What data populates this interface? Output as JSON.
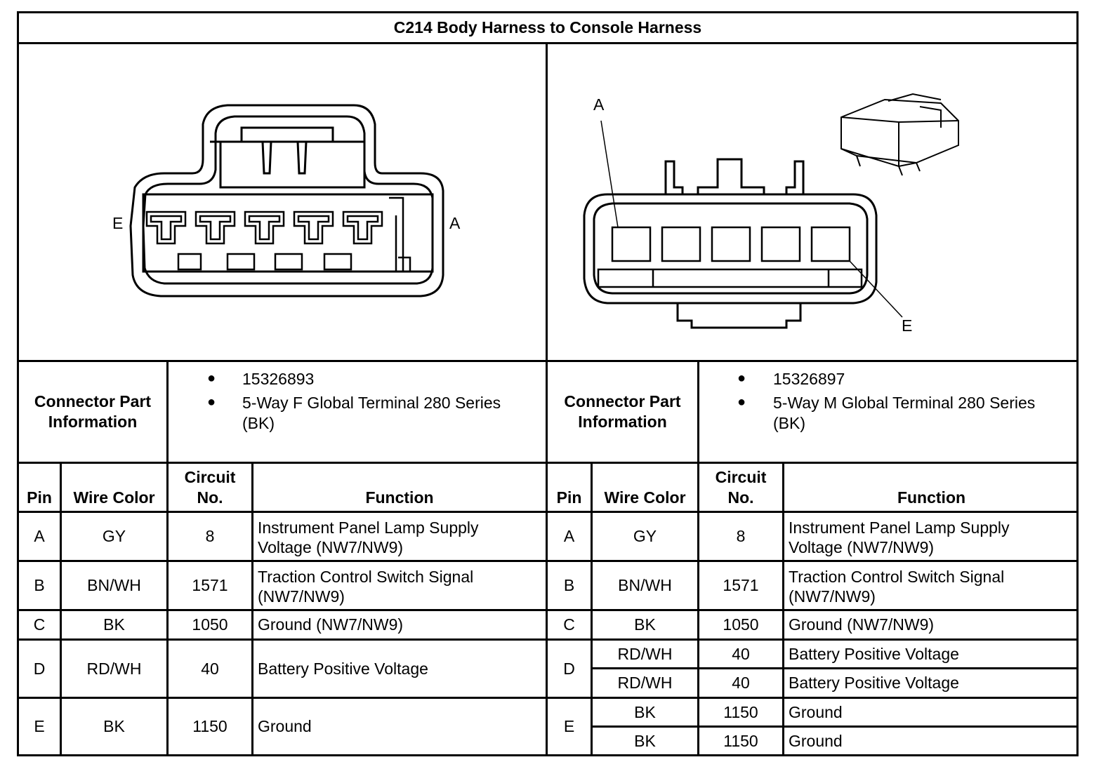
{
  "title": "C214 Body Harness to Console Harness",
  "left": {
    "connector_info_label": "Connector Part Information",
    "part_info": [
      "15326893",
      "5-Way F Global Terminal 280 Series",
      "(BK)"
    ],
    "pin_labels": {
      "left": "E",
      "right": "A"
    },
    "headers": {
      "pin": "Pin",
      "wire_color": "Wire Color",
      "circuit": "Circuit No.",
      "function": "Function"
    },
    "rows": [
      {
        "pin": "A",
        "wire": "GY",
        "circuit": "8",
        "function": [
          "Instrument Panel Lamp Supply",
          "Voltage (NW7/NW9)"
        ]
      },
      {
        "pin": "B",
        "wire": "BN/WH",
        "circuit": "1571",
        "function": [
          "Traction Control Switch Signal",
          "(NW7/NW9)"
        ]
      },
      {
        "pin": "C",
        "wire": "BK",
        "circuit": "1050",
        "function": [
          "Ground (NW7/NW9)"
        ]
      },
      {
        "pin": "D",
        "wire": "RD/WH",
        "circuit": "40",
        "function": [
          "Battery Positive Voltage"
        ]
      },
      {
        "pin": "E",
        "wire": "BK",
        "circuit": "1150",
        "function": [
          "Ground"
        ]
      }
    ]
  },
  "right": {
    "connector_info_label": "Connector Part Information",
    "part_info": [
      "15326897",
      "5-Way M Global Terminal 280 Series",
      "(BK)"
    ],
    "pin_labels": {
      "top": "A",
      "bottom": "E"
    },
    "headers": {
      "pin": "Pin",
      "wire_color": "Wire Color",
      "circuit": "Circuit No.",
      "function": "Function"
    },
    "rows": [
      {
        "pin": "A",
        "entries": [
          {
            "wire": "GY",
            "circuit": "8",
            "function": [
              "Instrument Panel Lamp Supply",
              "Voltage (NW7/NW9)"
            ]
          }
        ]
      },
      {
        "pin": "B",
        "entries": [
          {
            "wire": "BN/WH",
            "circuit": "1571",
            "function": [
              "Traction Control Switch Signal",
              "(NW7/NW9)"
            ]
          }
        ]
      },
      {
        "pin": "C",
        "entries": [
          {
            "wire": "BK",
            "circuit": "1050",
            "function": [
              "Ground (NW7/NW9)"
            ]
          }
        ]
      },
      {
        "pin": "D",
        "entries": [
          {
            "wire": "RD/WH",
            "circuit": "40",
            "function": [
              "Battery Positive Voltage"
            ]
          },
          {
            "wire": "RD/WH",
            "circuit": "40",
            "function": [
              "Battery Positive Voltage"
            ]
          }
        ]
      },
      {
        "pin": "E",
        "entries": [
          {
            "wire": "BK",
            "circuit": "1150",
            "function": [
              "Ground"
            ]
          },
          {
            "wire": "BK",
            "circuit": "1150",
            "function": [
              "Ground"
            ]
          }
        ]
      }
    ]
  }
}
